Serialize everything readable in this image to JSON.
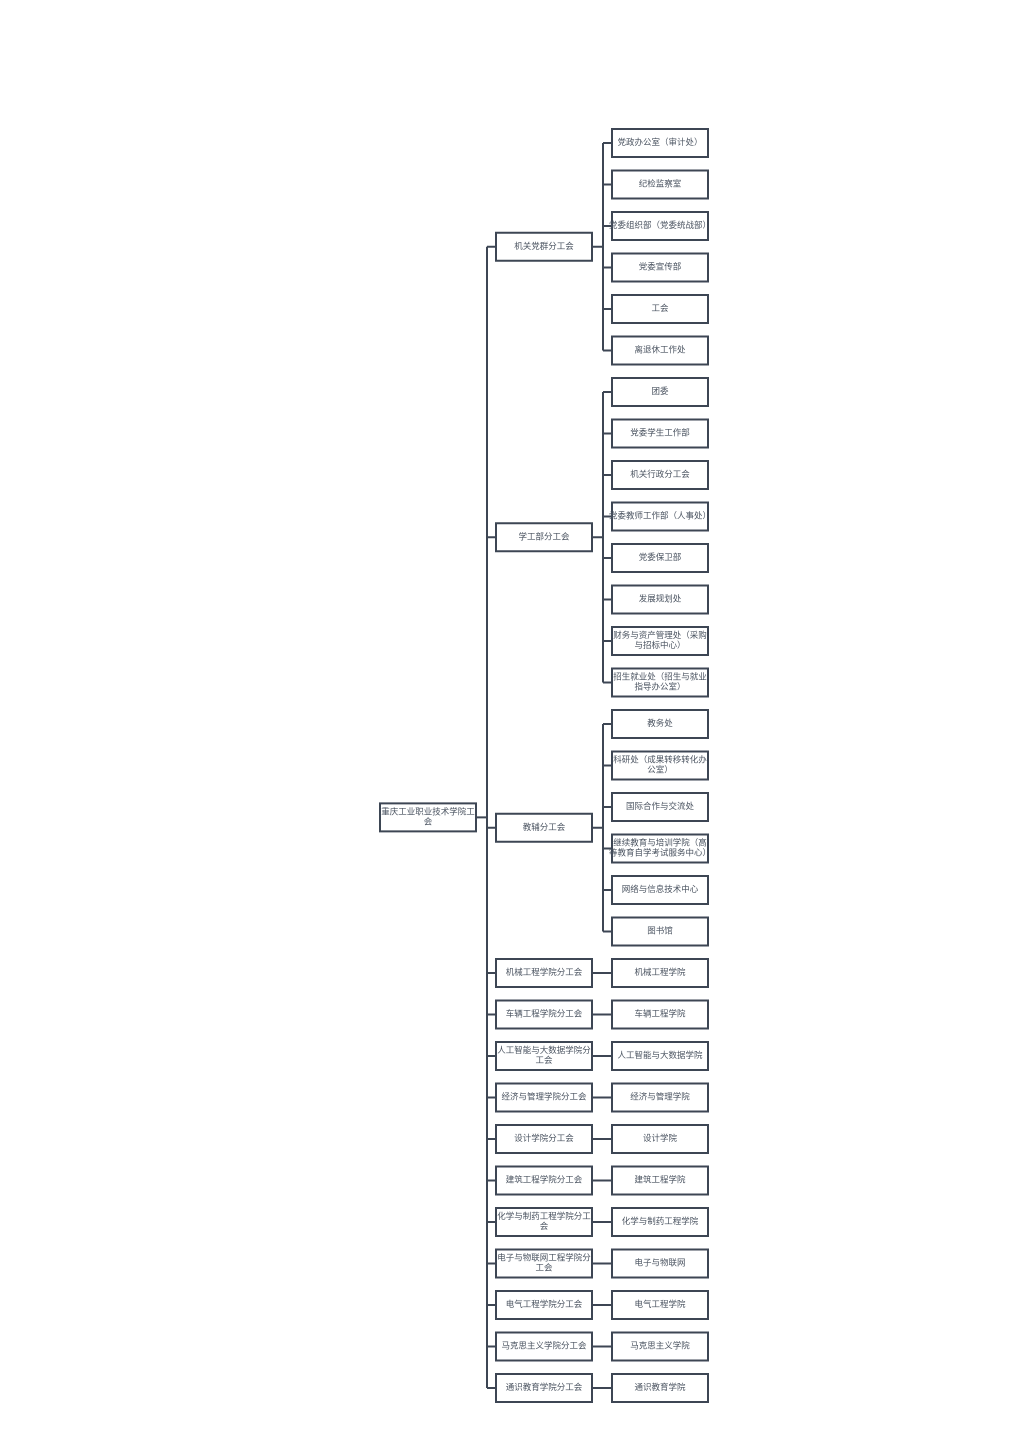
{
  "root": {
    "label": [
      "重庆工业职业技术学院工",
      "会"
    ]
  },
  "branches": [
    {
      "label": [
        "机关党群分工会"
      ],
      "children": [
        [
          "党政办公室（审计处）"
        ],
        [
          "纪检监察室"
        ],
        [
          "党委组织部（党委统战部）"
        ],
        [
          "党委宣传部"
        ],
        [
          "工会"
        ],
        [
          "离退休工作处"
        ]
      ]
    },
    {
      "label": [
        "学工部分工会"
      ],
      "children": [
        [
          "团委"
        ],
        [
          "党委学生工作部"
        ],
        [
          "机关行政分工会"
        ],
        [
          "党委教师工作部（人事处）"
        ],
        [
          "党委保卫部"
        ],
        [
          "发展规划处"
        ],
        [
          "财务与资产管理处（采购",
          "与招标中心）"
        ],
        [
          "招生就业处（招生与就业",
          "指导办公室）"
        ]
      ]
    },
    {
      "label": [
        "教辅分工会"
      ],
      "children": [
        [
          "教务处"
        ],
        [
          "科研处（成果转移转化办",
          "公室）"
        ],
        [
          "国际合作与交流处"
        ],
        [
          "继续教育与培训学院（高",
          "等教育自学考试服务中心）"
        ],
        [
          "网络与信息技术中心"
        ],
        [
          "图书馆"
        ]
      ]
    },
    {
      "label": [
        "机械工程学院分工会"
      ],
      "children": [
        [
          "机械工程学院"
        ]
      ]
    },
    {
      "label": [
        "车辆工程学院分工会"
      ],
      "children": [
        [
          "车辆工程学院"
        ]
      ]
    },
    {
      "label": [
        "人工智能与大数据学院分",
        "工会"
      ],
      "children": [
        [
          "人工智能与大数据学院"
        ]
      ]
    },
    {
      "label": [
        "经济与管理学院分工会"
      ],
      "children": [
        [
          "经济与管理学院"
        ]
      ]
    },
    {
      "label": [
        "设计学院分工会"
      ],
      "children": [
        [
          "设计学院"
        ]
      ]
    },
    {
      "label": [
        "建筑工程学院分工会"
      ],
      "children": [
        [
          "建筑工程学院"
        ]
      ]
    },
    {
      "label": [
        "化学与制药工程学院分工",
        "会"
      ],
      "children": [
        [
          "化学与制药工程学院"
        ]
      ]
    },
    {
      "label": [
        "电子与物联网工程学院分",
        "工会"
      ],
      "children": [
        [
          "电子与物联网"
        ]
      ]
    },
    {
      "label": [
        "电气工程学院分工会"
      ],
      "children": [
        [
          "电气工程学院"
        ]
      ]
    },
    {
      "label": [
        "马克思主义学院分工会"
      ],
      "children": [
        [
          "马克思主义学院"
        ]
      ]
    },
    {
      "label": [
        "通识教育学院分工会"
      ],
      "children": [
        [
          "通识教育学院"
        ]
      ]
    }
  ]
}
